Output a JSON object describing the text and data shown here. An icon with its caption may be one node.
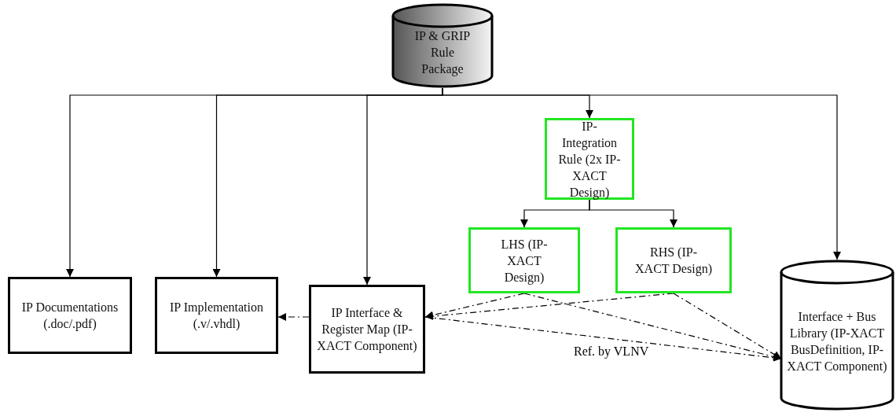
{
  "diagram": {
    "nodes": [
      {
        "text": [
          "IP & GRIP Rule Package"
        ]
      },
      {
        "text": [
          "IP-Integration Rule (2x IP-XACT Design)"
        ]
      },
      {
        "text": [
          "LHS (IP-XACT Design)"
        ]
      },
      {
        "text": [
          "RHS (IP-XACT Design)"
        ]
      },
      {
        "text": [
          "IP Documentations (.doc/.pdf)"
        ]
      },
      {
        "text": [
          "IP Implementation (.v/.vhdl)"
        ]
      },
      {
        "text": [
          "IP Interface & Register Map (IP-XACT Component)"
        ]
      },
      {
        "text": [
          "Interface + Bus Library (IP-XACT BusDefinition, IP-XACT Component)"
        ]
      }
    ],
    "edges": [
      {
        "from": 0,
        "to": 4,
        "arrow": "to"
      },
      {
        "from": 0,
        "to": 5,
        "arrow": "to"
      },
      {
        "from": 0,
        "to": 6,
        "arrow": "to"
      },
      {
        "from": 0,
        "to": 1,
        "arrow": "to"
      },
      {
        "from": 0,
        "to": 7,
        "arrow": "to"
      },
      {
        "from": 1,
        "to": 2,
        "arrow": "to"
      },
      {
        "from": 1,
        "to": 3,
        "arrow": "to"
      },
      {
        "from": 6,
        "to": 5,
        "arrow": "to",
        "style": "dashed"
      },
      {
        "from": 2,
        "to": 6,
        "arrow": "to",
        "style": "dashed"
      },
      {
        "from": 3,
        "to": 6,
        "arrow": "to",
        "style": "dashed"
      },
      {
        "from": 2,
        "to": 7,
        "arrow": "to",
        "style": "dashed"
      },
      {
        "from": 3,
        "to": 7,
        "arrow": "to",
        "style": "dashed"
      },
      {
        "from": 6,
        "to": 7,
        "arrow": "to",
        "style": "dashed"
      }
    ],
    "labels": [
      "Ref. by VLNV"
    ]
  }
}
